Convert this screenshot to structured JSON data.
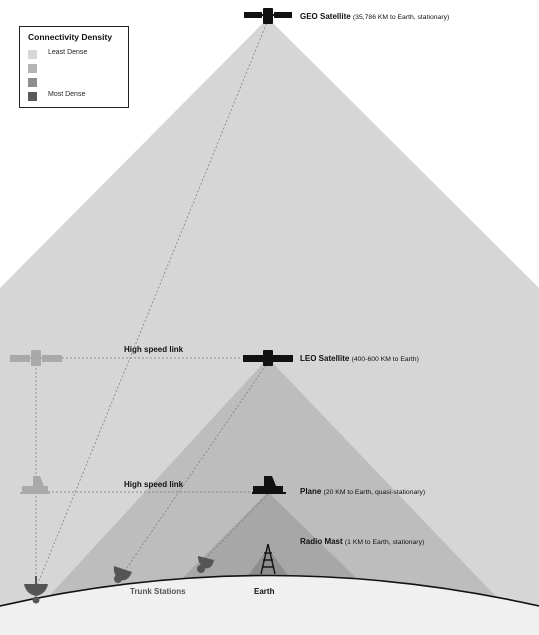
{
  "legend": {
    "title": "Connectivity Density",
    "items": [
      {
        "label": "Least Dense",
        "color": "#d8d8d8"
      },
      {
        "label": "",
        "color": "#b4b4b4"
      },
      {
        "label": "",
        "color": "#8e8e8e"
      },
      {
        "label": "Most Dense",
        "color": "#5a5a5a"
      }
    ]
  },
  "nodes": {
    "geo": {
      "name": "GEO Satellite",
      "detail": "(35,786 KM to Earth, stationary)"
    },
    "leo": {
      "name": "LEO Satellite",
      "detail": "(400-600 KM to Earth)"
    },
    "plane": {
      "name": "Plane",
      "detail": "(20 KM to Earth, quasi-stationary)"
    },
    "mast": {
      "name": "Radio Mast",
      "detail": "(1 KM to Earth, stationary)"
    }
  },
  "links": {
    "upper": "High speed link",
    "lower": "High speed link"
  },
  "ground": {
    "stations": "Trunk Stations",
    "earth": "Earth"
  },
  "colors": {
    "geo_cone": "#d6d6d6",
    "leo_cone": "#bdbdbd",
    "plane_cone": "#a7a7a7",
    "mast_cone": "#8e8e8e",
    "earth": "#f0f0f0",
    "icon_dark": "#111111",
    "icon_faded": "#a9a9a9"
  }
}
